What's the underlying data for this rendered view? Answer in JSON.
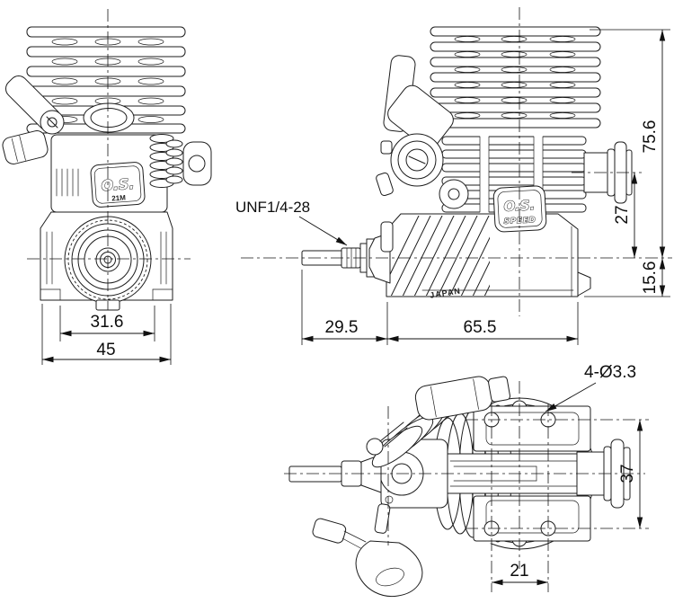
{
  "style": {
    "background": "#ffffff",
    "line_color": "#1d1d1d",
    "dimension_color": "#0d0d0d"
  },
  "front_view": {
    "badge_brand": "O.S.",
    "badge_model": "21M",
    "dim_crankcase_width": "31.6",
    "dim_mount_width": "45"
  },
  "side_view": {
    "badge_brand": "O.S.",
    "badge_series": "SPEED",
    "made_in": "JAPAN",
    "thread_label": "UNF1/4-28",
    "dim_crank_to_head_top": "75.6",
    "dim_exhaust_to_crank": "27",
    "dim_crank_to_mount": "15.6",
    "dim_shaft_protrusion": "29.5",
    "dim_case_length": "65.5"
  },
  "bottom_view": {
    "mount_hole_label": "4-Ø3.3",
    "dim_hole_row_spacing": "37",
    "dim_hole_col_spacing": "21"
  }
}
